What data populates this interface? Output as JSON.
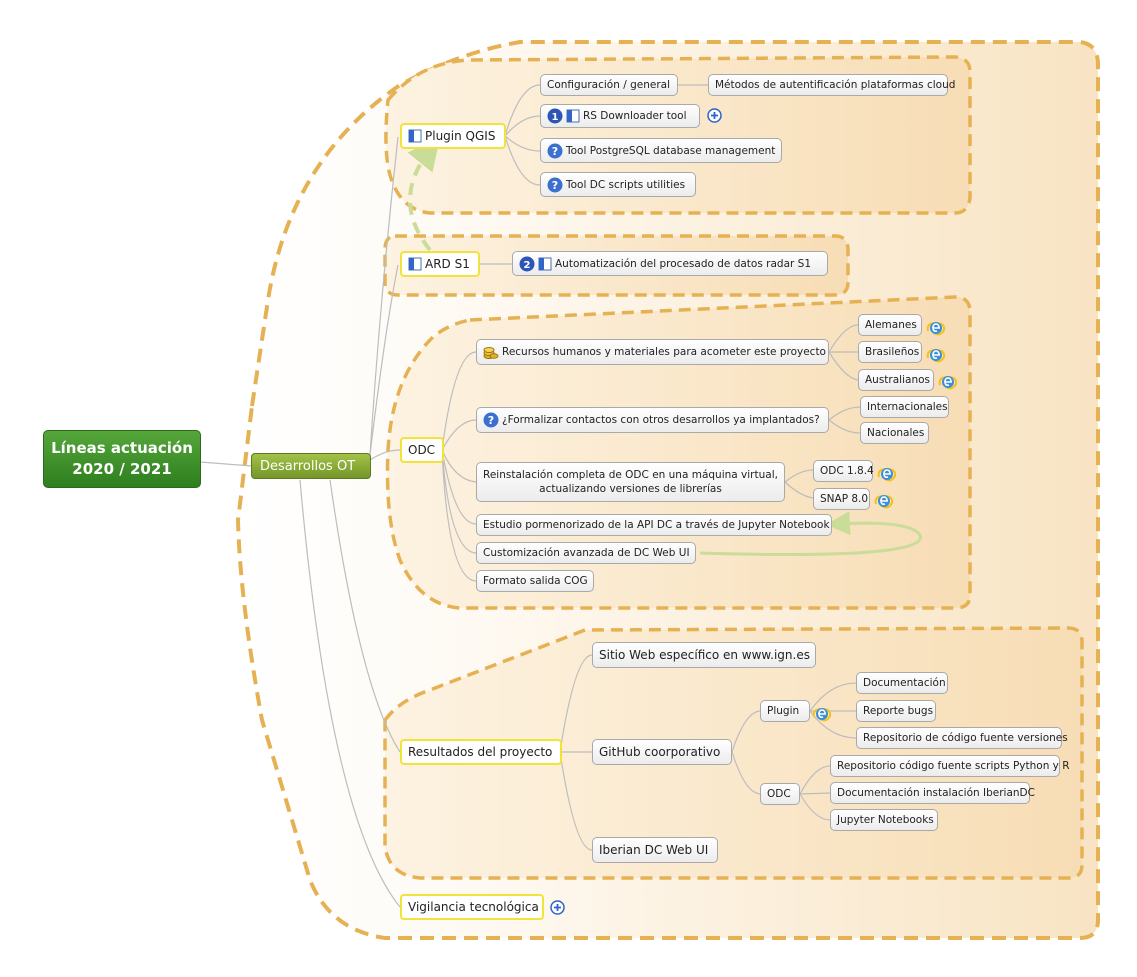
{
  "root": {
    "line1": "Líneas actuación",
    "line2": "2020 / 2021"
  },
  "main": {
    "label": "Desarrollos OT"
  },
  "plugin_qgis": {
    "label": "Plugin QGIS",
    "children": {
      "config": "Configuración / general",
      "auth": "Métodos de autentificación plataformas cloud",
      "rs_downloader": "RS Downloader tool",
      "rs_priority": "1",
      "postgresql": "Tool PostgreSQL database management",
      "dc_scripts": "Tool DC scripts utilities"
    }
  },
  "ard_s1": {
    "label": "ARD S1",
    "children": {
      "radar": "Automatización del procesado de datos radar S1",
      "radar_priority": "2"
    }
  },
  "odc": {
    "label": "ODC",
    "children": {
      "recursos": "Recursos humanos y materiales para acometer este proyecto",
      "alemanes": "Alemanes",
      "brasilenos": "Brasileños",
      "australianos": "Australianos",
      "formalizar": "¿Formalizar contactos con otros desarrollos ya implantados?",
      "internacionales": "Internacionales",
      "nacionales": "Nacionales",
      "reinstalacion_1": "Reinstalación completa de ODC en una máquina virtual,",
      "reinstalacion_2": "actualizando versiones de librerías",
      "odc184": "ODC 1.8.4",
      "snap80": "SNAP 8.0",
      "estudio": "Estudio pormenorizado de la API DC a través de Jupyter Notebook",
      "customizacion": "Customización avanzada de DC Web UI",
      "formato": "Formato salida COG"
    }
  },
  "resultados": {
    "label": "Resultados del proyecto",
    "children": {
      "sitio": "Sitio Web específico en www.ign.es",
      "github": "GitHub coorporativo",
      "plugin": "Plugin",
      "documentacion": "Documentación",
      "reporte": "Reporte bugs",
      "repo_versiones": "Repositorio de código fuente versiones",
      "odc": "ODC",
      "repo_scripts": "Repositorio código fuente scripts Python y R",
      "doc_iberian": "Documentación instalación IberianDC",
      "jupyter": "Jupyter Notebooks",
      "iberian_web": "Iberian DC Web UI"
    }
  },
  "vigilancia": {
    "label": "Vigilancia tecnológica"
  },
  "icons": [
    "question-icon",
    "priority-icon",
    "page-icon",
    "coins-icon",
    "internet-explorer-icon",
    "expand-plus-icon"
  ],
  "colors": {
    "boundary": "#e6b153",
    "boundary_fill": "#fbeed9",
    "root": "#3c8f28",
    "main": "#8aab37",
    "topic_border": "#f2e33a",
    "relation": "#c9dc98"
  }
}
